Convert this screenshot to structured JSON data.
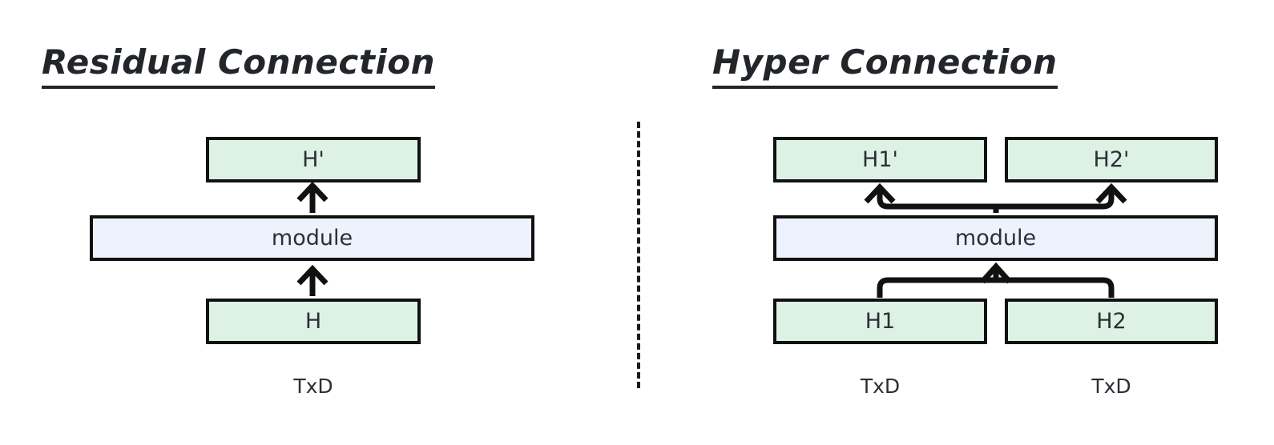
{
  "figure": {
    "background_color": "#ffffff",
    "box_border_color": "#111111",
    "state_fill_color": "#ddf2e4",
    "module_fill_color": "#eef2fc",
    "text_color": "#2b2f36",
    "title_color": "#22262b"
  },
  "panels": [
    {
      "id": "residual",
      "title": "Residual Connection",
      "boxes": [
        {
          "name": "output-state",
          "label": "H'",
          "kind": "state"
        },
        {
          "name": "module",
          "label": "module",
          "kind": "module"
        },
        {
          "name": "input-state",
          "label": "H",
          "kind": "state"
        }
      ],
      "captions": [
        "TxD"
      ]
    },
    {
      "id": "hyper",
      "title": "Hyper Connection",
      "boxes": [
        {
          "name": "output-state-1",
          "label": "H1'",
          "kind": "state"
        },
        {
          "name": "output-state-2",
          "label": "H2'",
          "kind": "state"
        },
        {
          "name": "module",
          "label": "module",
          "kind": "module"
        },
        {
          "name": "input-state-1",
          "label": "H1",
          "kind": "state"
        },
        {
          "name": "input-state-2",
          "label": "H2",
          "kind": "state"
        }
      ],
      "captions": [
        "TxD",
        "TxD"
      ]
    }
  ],
  "divider": {
    "name": "panel-divider",
    "style": "dashed-vertical"
  }
}
